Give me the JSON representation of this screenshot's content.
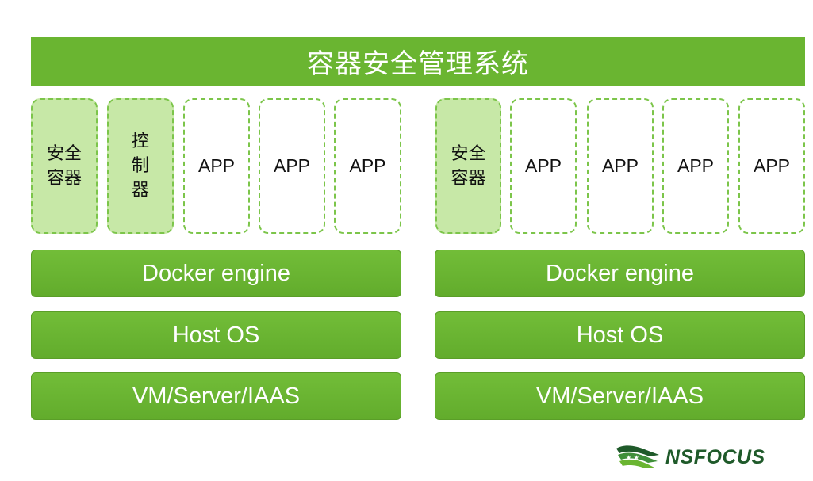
{
  "title": "容器安全管理系统",
  "left": {
    "containers": [
      "安全\n容器",
      "控\n制\n器",
      "APP",
      "APP",
      "APP"
    ],
    "layers": [
      "Docker engine",
      "Host OS",
      "VM/Server/IAAS"
    ]
  },
  "right": {
    "containers": [
      "安全\n容器",
      "APP",
      "APP",
      "APP",
      "APP"
    ],
    "layers": [
      "Docker engine",
      "Host OS",
      "VM/Server/IAAS"
    ]
  },
  "logo": {
    "text": "NSFOCUS"
  },
  "colors": {
    "green": "#6ab531",
    "light_green": "#c7e8a7",
    "dashed_border": "#7cc54a",
    "logo": "#1f5a2a"
  }
}
